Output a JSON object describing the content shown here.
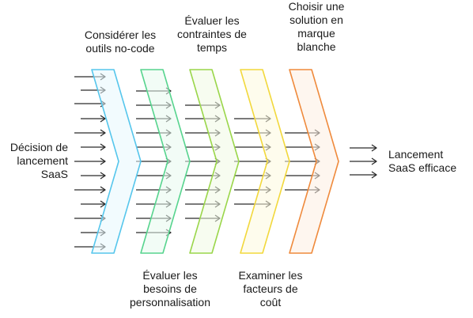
{
  "input": "Décision de\nlancement\nSaaS",
  "output": "Lancement\nSaaS efficace",
  "steps": [
    {
      "label": "Considérer les\noutils no-code",
      "color": "#56c6ec",
      "fill": "#e7f7fd"
    },
    {
      "label": "Évaluer les\nbesoins de\npersonnalisation",
      "color": "#57d48e",
      "fill": "#e8f9ee"
    },
    {
      "label": "Évaluer les\ncontraintes de\ntemps",
      "color": "#9ad64a",
      "fill": "#f1fae4"
    },
    {
      "label": "Examiner les\nfacteurs de\ncoût",
      "color": "#f2d83c",
      "fill": "#fdf9df"
    },
    {
      "label": "Choisir une\nsolution en\nmarque\nblanche",
      "color": "#ef8a3c",
      "fill": "#fdeee2"
    }
  ],
  "arrow_color": "#2b2b2b"
}
